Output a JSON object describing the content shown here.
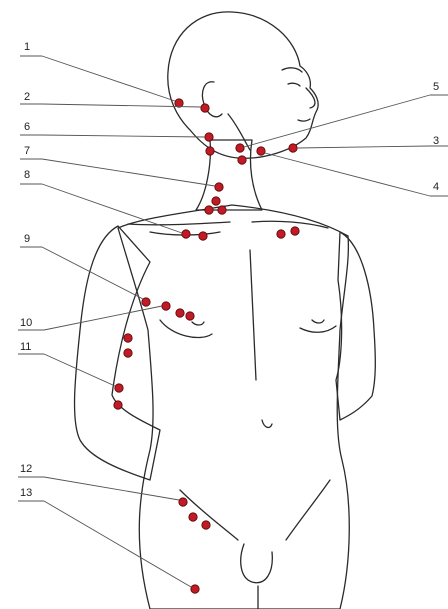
{
  "colors": {
    "skin": "#f6c2a8",
    "skin_shade": "#efb093",
    "outline": "#2a2a2a",
    "node": "#c01c28",
    "node_highlight": "#e8556a",
    "leader": "#555555"
  },
  "labels": [
    {
      "id": "1",
      "text": "1"
    },
    {
      "id": "2",
      "text": "2"
    },
    {
      "id": "3",
      "text": "3"
    },
    {
      "id": "4",
      "text": "4"
    },
    {
      "id": "5",
      "text": "5"
    },
    {
      "id": "6",
      "text": "6"
    },
    {
      "id": "7",
      "text": "7"
    },
    {
      "id": "8",
      "text": "8"
    },
    {
      "id": "9",
      "text": "9"
    },
    {
      "id": "10",
      "text": "10"
    },
    {
      "id": "11",
      "text": "11"
    },
    {
      "id": "12",
      "text": "12"
    },
    {
      "id": "13",
      "text": "13"
    }
  ]
}
